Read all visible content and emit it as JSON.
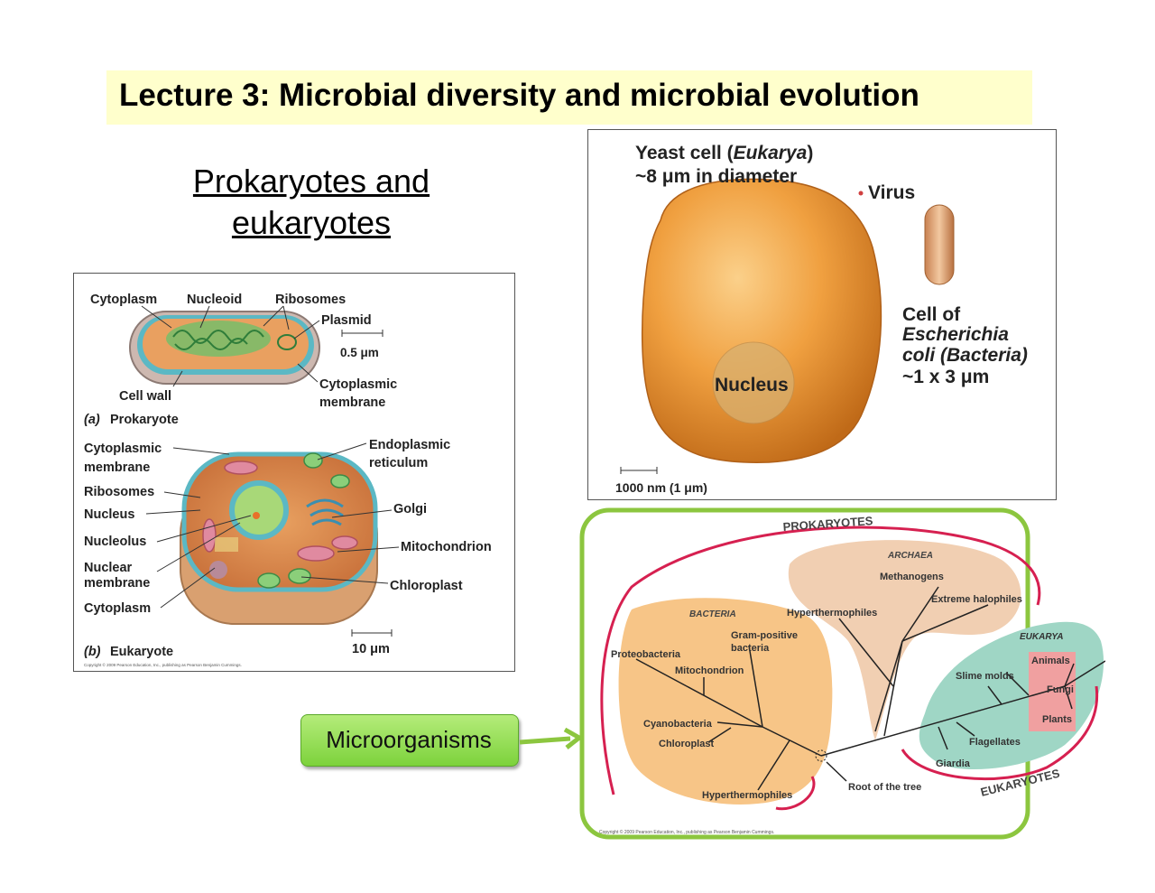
{
  "title": "Lecture 3: Microbial diversity and microbial evolution",
  "subtitle": {
    "line1": "Prokaryotes and",
    "line2": "eukaryotes"
  },
  "prokaryote_panel": {
    "labels": {
      "cytoplasm": "Cytoplasm",
      "nucleoid": "Nucleoid",
      "ribosomes": "Ribosomes",
      "plasmid": "Plasmid",
      "scale": "0.5 μm",
      "cell_wall": "Cell wall",
      "cyto_membrane_1": "Cytoplasmic",
      "cyto_membrane_2": "membrane",
      "caption_letter": "(a)",
      "caption": "Prokaryote"
    }
  },
  "eukaryote_panel": {
    "labels": {
      "cyto_membrane_1": "Cytoplasmic",
      "cyto_membrane_2": "membrane",
      "ribosomes": "Ribosomes",
      "nucleus": "Nucleus",
      "nucleolus": "Nucleolus",
      "nuclear_membrane_1": "Nuclear",
      "nuclear_membrane_2": "membrane",
      "cytoplasm": "Cytoplasm",
      "er_1": "Endoplasmic",
      "er_2": "reticulum",
      "golgi": "Golgi",
      "mitochondrion": "Mitochondrion",
      "chloroplast": "Chloroplast",
      "scale": "10 μm",
      "caption_letter": "(b)",
      "caption": "Eukaryote",
      "copyright": "Copyright © 2009 Pearson Education, Inc., publishing as Pearson Benjamin Cummings."
    }
  },
  "size_panel": {
    "yeast_1": "Yeast cell (",
    "yeast_italic": "Eukarya",
    "yeast_close": ")",
    "yeast_2": "~8 μm in diameter",
    "virus": "Virus",
    "nucleus": "Nucleus",
    "ecoli_1": "Cell of",
    "ecoli_2": "Escherichia",
    "ecoli_3": "coli (Bacteria)",
    "ecoli_4": "~1 x 3 μm",
    "scale": "1000 nm (1 μm)"
  },
  "tree_panel": {
    "prokaryotes": "PROKARYOTES",
    "archaea": "ARCHAEA",
    "bacteria": "BACTERIA",
    "eukarya": "EUKARYA",
    "eukaryotes": "EUKARYOTES",
    "methanogens": "Methanogens",
    "extreme_halophiles": "Extreme halophiles",
    "hyperthermophiles_a": "Hyperthermophiles",
    "gram_positive_1": "Gram-positive",
    "gram_positive_2": "bacteria",
    "proteobacteria": "Proteobacteria",
    "mitochondrion": "Mitochondrion",
    "cyanobacteria": "Cyanobacteria",
    "chloroplast": "Chloroplast",
    "hyperthermophiles_b": "Hyperthermophiles",
    "root": "Root of the tree",
    "slime_molds": "Slime molds",
    "animals": "Animals",
    "fungi": "Fungi",
    "plants": "Plants",
    "flagellates": "Flagellates",
    "giardia": "Giardia",
    "copyright": "Copyright © 2009 Pearson Education, Inc., publishing as Pearson Benjamin Cummings."
  },
  "microorganisms_button": "Microorganisms",
  "colors": {
    "title_bg": "#ffffcc",
    "highlight_green": "#8cc63f",
    "yeast": "#f0a040"
  }
}
